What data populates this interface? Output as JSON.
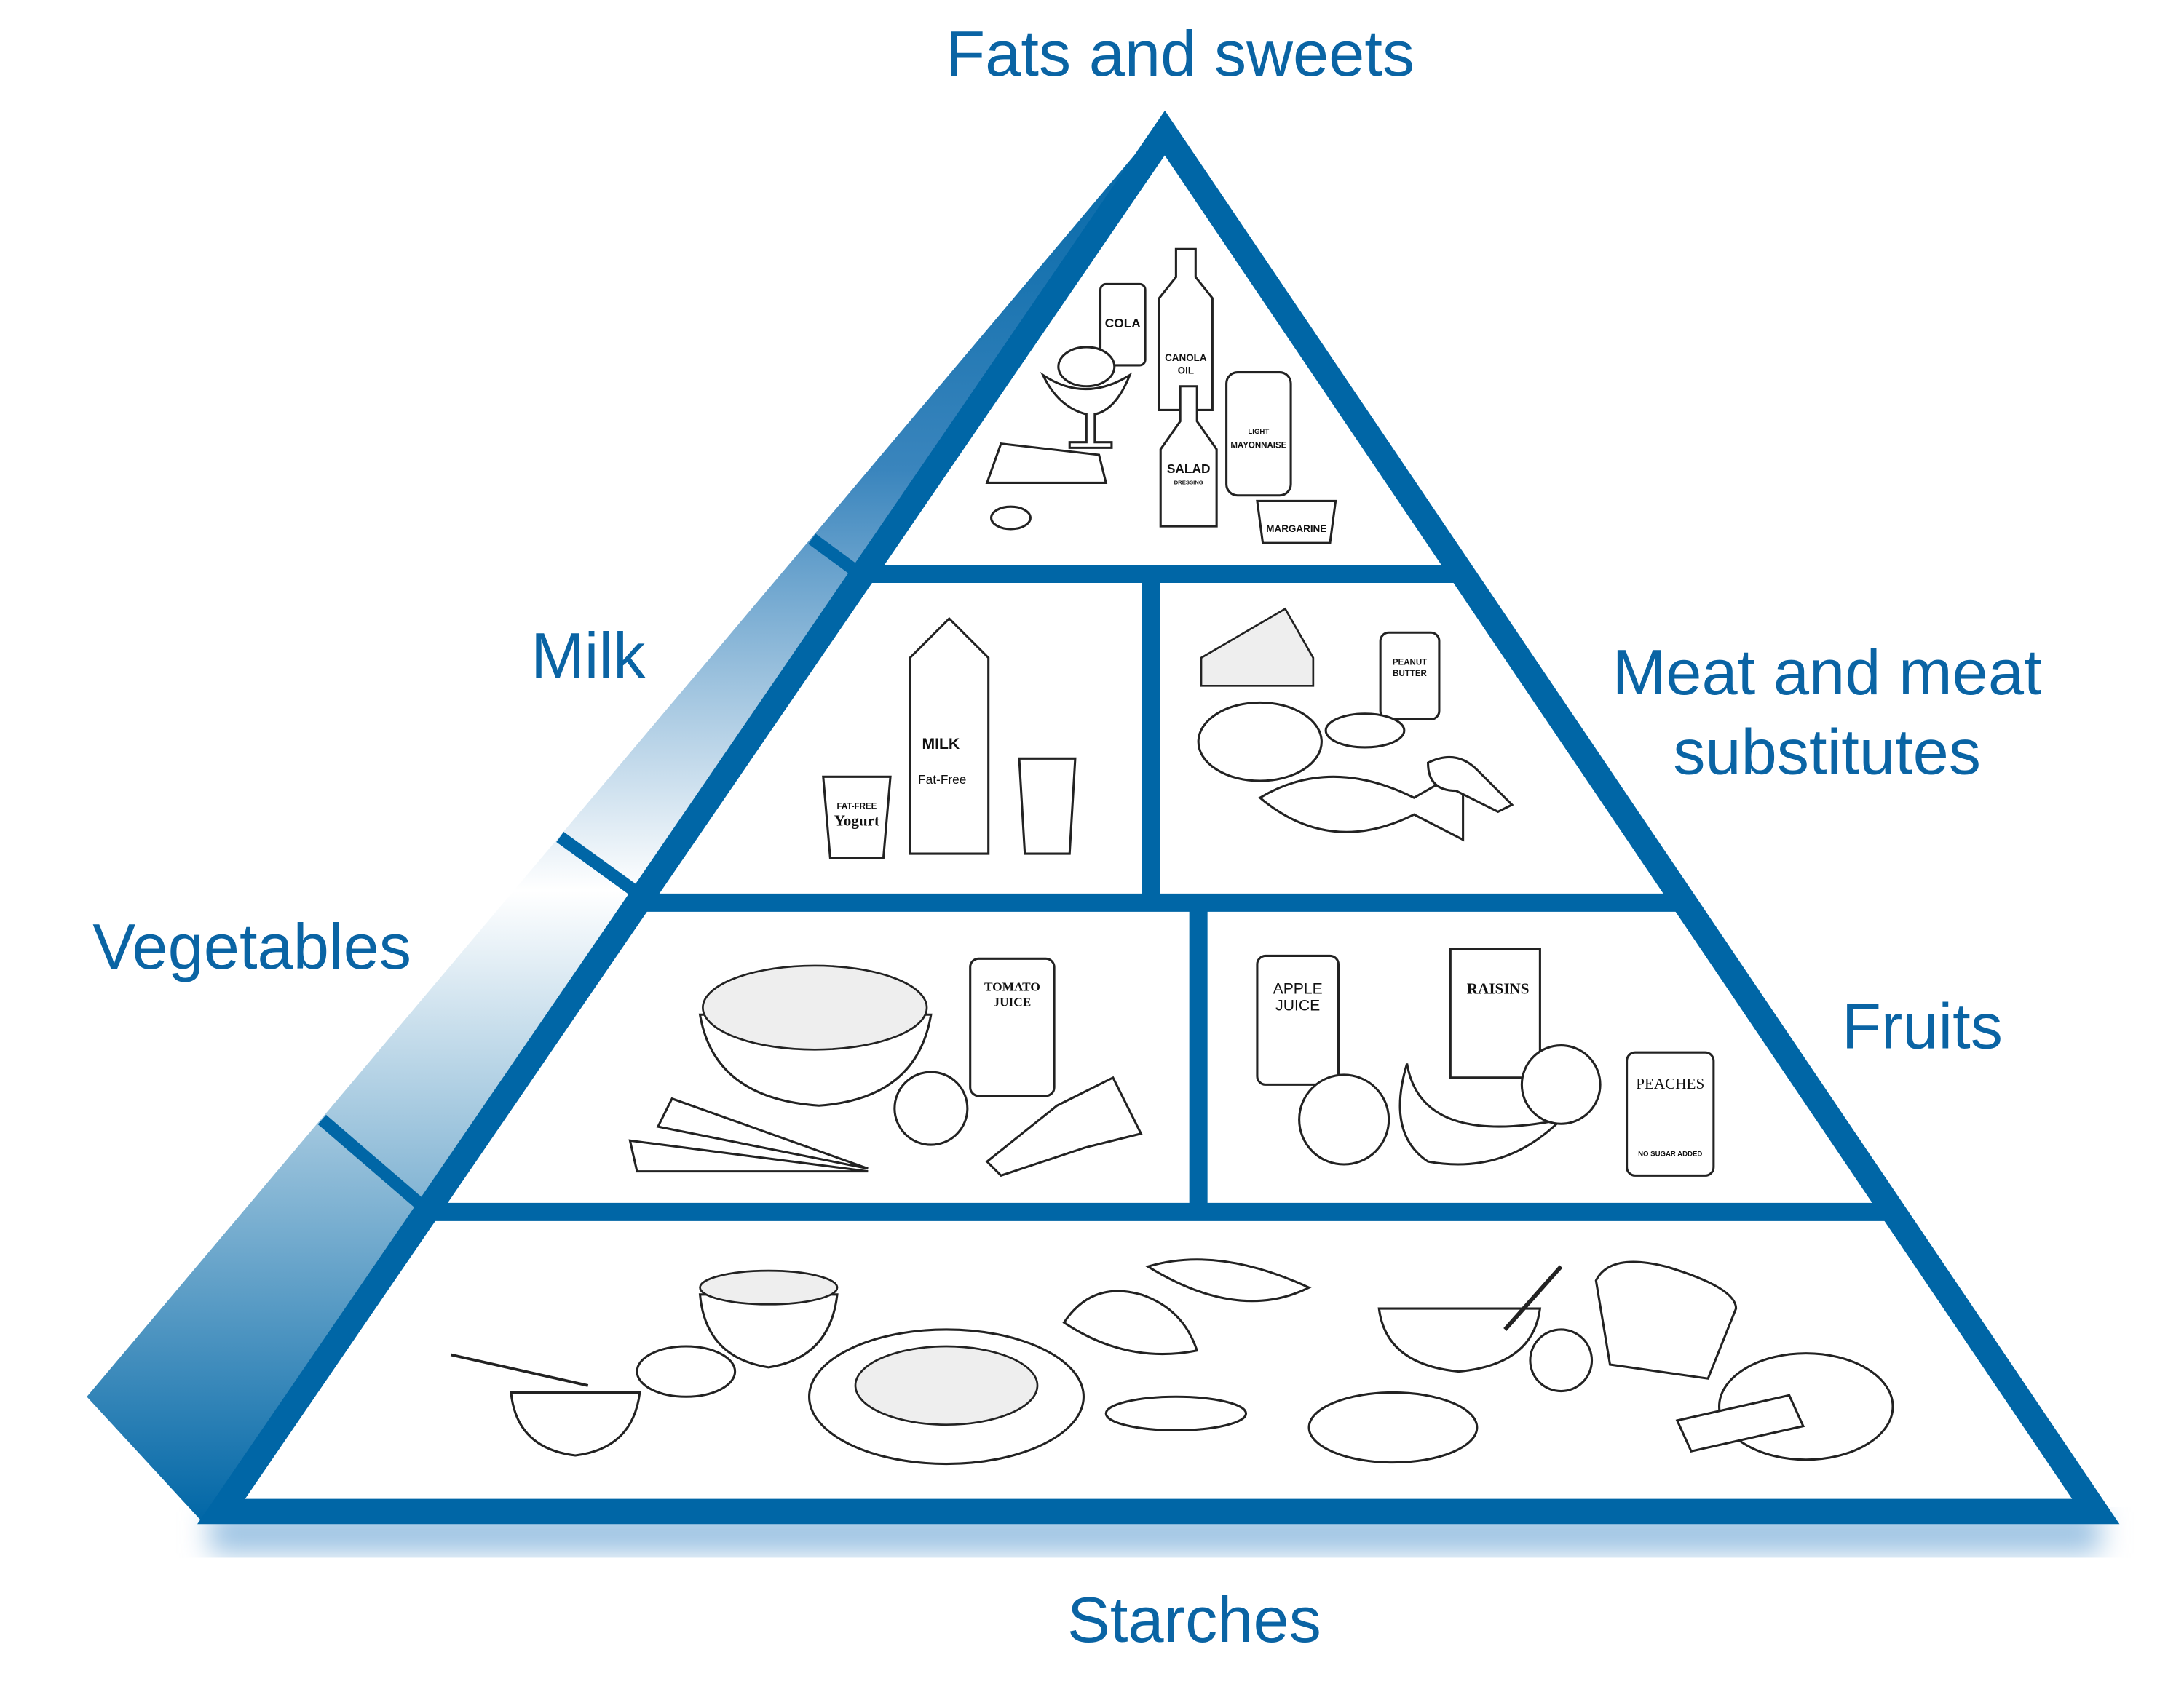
{
  "colors": {
    "accent": "#0066a6"
  },
  "labels": {
    "fats": "Fats and sweets",
    "milk": "Milk",
    "meat_line1": "Meat and meat",
    "meat_line2": "substitutes",
    "vegetables": "Vegetables",
    "fruits": "Fruits",
    "starches": "Starches"
  },
  "items": {
    "cola": "COLA",
    "canola1": "CANOLA",
    "canola2": "OIL",
    "salad1": "SALAD",
    "salad2": "DRESSING",
    "mayo_light": "LIGHT",
    "mayo": "MAYONNAISE",
    "margarine": "MARGARINE",
    "milk": "MILK",
    "milk_sub": "Fat-Free",
    "yogurt_top": "FAT-FREE",
    "yogurt": "Yogurt",
    "peanut1": "PEANUT",
    "peanut2": "BUTTER",
    "tomato1": "TOMATO",
    "tomato2": "JUICE",
    "apple1": "APPLE",
    "apple2": "JUICE",
    "raisins": "RAISINS",
    "peaches": "PEACHES",
    "no_sugar": "NO SUGAR ADDED"
  }
}
